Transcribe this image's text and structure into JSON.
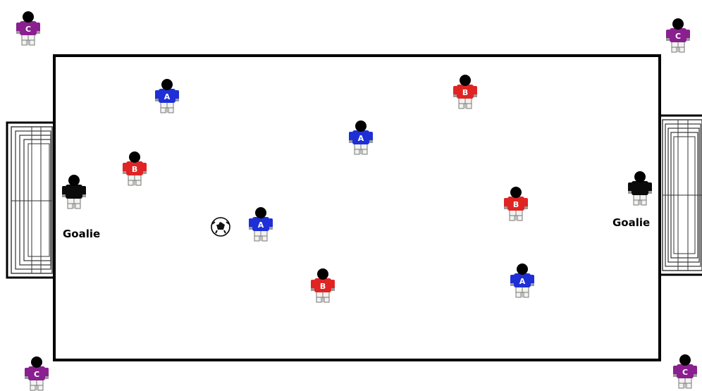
{
  "colors": {
    "team_a": "#1f2fd6",
    "team_b": "#e02424",
    "team_c": "#8a1f8f",
    "goalie": "#0b0b0b",
    "skin": "#000000",
    "shorts": "#f2f2ef",
    "shorts_stroke": "#777777",
    "field_line": "#000000"
  },
  "labels": {
    "goalie_left": "Goalie",
    "goalie_right": "Goalie"
  },
  "players": [
    {
      "name": "player-c-top-left",
      "team": "team_c",
      "letter": "C"
    },
    {
      "name": "player-c-top-right",
      "team": "team_c",
      "letter": "C"
    },
    {
      "name": "player-c-bottom-left",
      "team": "team_c",
      "letter": "C"
    },
    {
      "name": "player-c-bottom-right",
      "team": "team_c",
      "letter": "C"
    },
    {
      "name": "player-a-1",
      "team": "team_a",
      "letter": "A"
    },
    {
      "name": "player-a-2",
      "team": "team_a",
      "letter": "A"
    },
    {
      "name": "player-a-3",
      "team": "team_a",
      "letter": "A"
    },
    {
      "name": "player-a-4",
      "team": "team_a",
      "letter": "A"
    },
    {
      "name": "player-b-1",
      "team": "team_b",
      "letter": "B"
    },
    {
      "name": "player-b-2",
      "team": "team_b",
      "letter": "B"
    },
    {
      "name": "player-b-3",
      "team": "team_b",
      "letter": "B"
    },
    {
      "name": "player-b-4",
      "team": "team_b",
      "letter": "B"
    },
    {
      "name": "goalie-left",
      "team": "goalie",
      "letter": ""
    },
    {
      "name": "goalie-right",
      "team": "goalie",
      "letter": ""
    }
  ]
}
